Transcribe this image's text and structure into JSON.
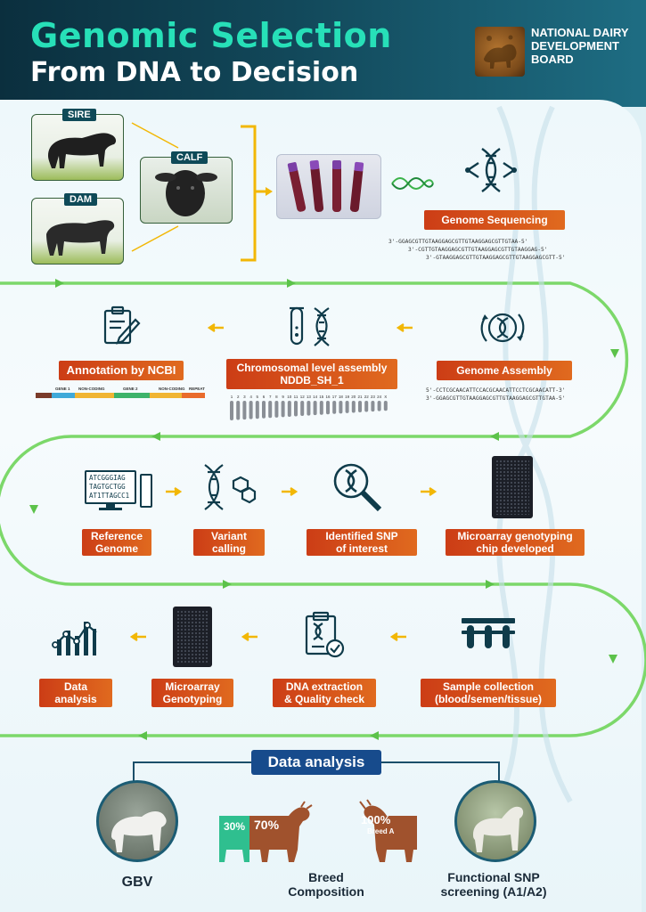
{
  "header": {
    "title_line1": "Genomic Selection",
    "title_line2": "From DNA to Decision",
    "org_name": "NATIONAL DAIRY DEVELOPMENT BOARD"
  },
  "animals": {
    "sire_label": "SIRE",
    "dam_label": "DAM",
    "calf_label": "CALF"
  },
  "steps": {
    "genome_sequencing": "Genome Sequencing",
    "genome_assembly": "Genome Assembly",
    "chromosomal_assembly_line1": "Chromosomal level assembly",
    "chromosomal_assembly_line2": "NDDB_SH_1",
    "annotation": "Annotation by NCBI",
    "reference_genome_line1": "Reference",
    "reference_genome_line2": "Genome",
    "variant_calling_line1": "Variant",
    "variant_calling_line2": "calling",
    "identified_snp_line1": "Identified SNP",
    "identified_snp_line2": "of interest",
    "chip_developed_line1": "Microarray genotyping",
    "chip_developed_line2": "chip developed",
    "sample_collection_line1": "Sample collection",
    "sample_collection_line2": "(blood/semen/tissue)",
    "dna_extraction_line1": "DNA extraction",
    "dna_extraction_line2": "& Quality check",
    "microarray_genotyping_line1": "Microarray",
    "microarray_genotyping_line2": "Genotyping",
    "data_analysis_line1": "Data",
    "data_analysis_line2": "analysis"
  },
  "sequences": {
    "seq_line1": "3'-GGAGCGTTGTAAGGAGCGTTGTAAGGAGCGTTGTAA-5'",
    "seq_line2": "3'-CGTTGTAAGGAGCGTTGTAAGGAGCGTTGTAAGGAG-5'",
    "seq_line3": "3'-GTAAGGAGCGTTGTAAGGAGCGTTGTAAGGAGCGTT-5'",
    "assembly_line1": "5'-CCTCGCAACATTCCACGCAACATTCCTCGCAACATT-3'",
    "assembly_line2": "3'-GGAGCGTTGTAAGGAGCGTTGTAAGGAGCGTTGTAA-5'"
  },
  "reference_text": [
    "ATCGGGIAG",
    "TAGTGCTGG",
    "AT1TTAGCC1"
  ],
  "annotation_track": {
    "labels": [
      "GENE 1",
      "NON-CODING",
      "GENE 2",
      "NON-CODING",
      "REPEAT"
    ]
  },
  "karyotype_ticks": [
    "1",
    "2",
    "3",
    "4",
    "5",
    "6",
    "7",
    "8",
    "9",
    "10",
    "11",
    "12",
    "13",
    "14",
    "15",
    "16",
    "17",
    "18",
    "19",
    "20",
    "21",
    "22",
    "23",
    "24",
    "X"
  ],
  "data_analysis": {
    "heading": "Data analysis",
    "gbv_label": "GBV",
    "breed_comp_line1": "Breed",
    "breed_comp_line2": "Composition",
    "pct_30": "30%",
    "pct_70": "70%",
    "pct_100": "100%",
    "breed_a": "Breed A",
    "snp_screen_line1": "Functional SNP",
    "snp_screen_line2": "screening (A1/A2)"
  },
  "colors": {
    "accent_teal": "#27e0b8",
    "flow_green": "#7cd86a",
    "tag_orange": "#d8501b",
    "arrow_yellow": "#f2b705",
    "heading_blue": "#174b8c",
    "cow_brown": "#a0522d",
    "cow_green": "#2fbf8f"
  }
}
